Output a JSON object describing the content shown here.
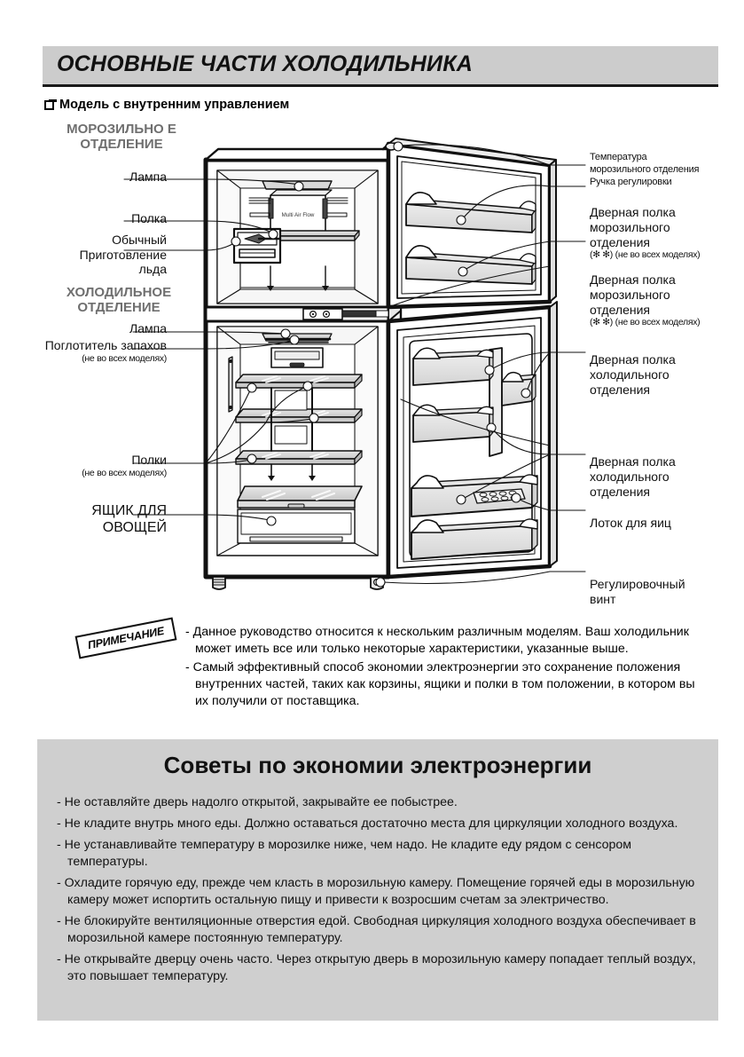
{
  "header": {
    "title": "ОСНОВНЫЕ ЧАСТИ ХОЛОДИЛЬНИКА",
    "background": "#cccccc"
  },
  "subtitle": {
    "bullet_icon": "square-bullet-icon",
    "text": "Модель с внутренним управлением"
  },
  "sections": {
    "freezer_caption": "МОРОЗИЛЬНО Е ОТДЕЛЕНИЕ",
    "fridge_caption": "ХОЛОДИЛЬНОЕ ОТДЕЛЕНИЕ",
    "caption_color": "#6f6f6f"
  },
  "labels_left": [
    {
      "id": "freezer-lamp",
      "text": "Лампа"
    },
    {
      "id": "freezer-shelf",
      "text": "Полка"
    },
    {
      "id": "ice-maker",
      "text": "Обычный Приготовление льда"
    },
    {
      "id": "fridge-lamp",
      "text": "Лампа"
    },
    {
      "id": "odor-absorber",
      "text": "Поглотитель запахов",
      "note": "(не во всех моделях)"
    },
    {
      "id": "fridge-shelves",
      "text": "Полки",
      "note": "(не во всех моделях)"
    },
    {
      "id": "vegetable-drawer",
      "text": "ЯЩИК ДЛЯ ОВОЩЕЙ"
    }
  ],
  "labels_right": [
    {
      "id": "freezer-temp-knob",
      "text": "Температура морозильного отделения Ручка регулировки"
    },
    {
      "id": "freezer-door-bin-1",
      "text": "Дверная полка морозильного отделения",
      "note": "(✻ ✻) (не во всех моделях)"
    },
    {
      "id": "freezer-door-bin-2",
      "text": "Дверная полка морозильного отделения",
      "note": "(✻ ✻) (не во всех моделях)"
    },
    {
      "id": "fridge-door-bin-1",
      "text": "Дверная полка холодильного отделения"
    },
    {
      "id": "fridge-door-bin-2",
      "text": "Дверная полка холодильного отделения"
    },
    {
      "id": "egg-tray",
      "text": "Лоток для яиц"
    },
    {
      "id": "leveling-screw",
      "text": "Регулировочный винт"
    }
  ],
  "diagram": {
    "multi_air_flow_label": "Multi Air Flow"
  },
  "note": {
    "stamp": "ПРИМЕЧАНИЕ",
    "items": [
      "- Данное руководство относится к нескольким различным моделям. Ваш холодильник может иметь все или только некоторые характеристики, указанные выше.",
      "- Самый эффективный способ экономии электроэнергии это сохранение положения внутренних частей, таких как корзины, ящики и полки в том положении, в котором вы их получили от поставщика."
    ]
  },
  "energy": {
    "title": "Советы по экономии электроэнергии",
    "background": "#cfcfcf",
    "items": [
      "- Не оставляйте дверь надолго открытой, закрывайте ее побыстрее.",
      "- Не кладите внутрь много еды. Должно оставаться достаточно места для циркуляции холодного воздуха.",
      "- Не устанавливайте температуру в морозилке ниже, чем надо. Не кладите еду рядом с сенсором температуры.",
      "- Охладите горячую еду, прежде чем класть в морозильную камеру. Помещение горячей еды в морозильную камеру может испортить остальную пищу и привести к возросшим счетам за электричество.",
      "- Не блокируйте вентиляционные отверстия едой. Свободная циркуляция холодного воздуха обеспечивает в морозильной камере постоянную температуру.",
      "- Не открывайте дверцу очень часто. Через открытую дверь в морозильную камеру попадает теплый воздух, это повышает температуру."
    ]
  }
}
